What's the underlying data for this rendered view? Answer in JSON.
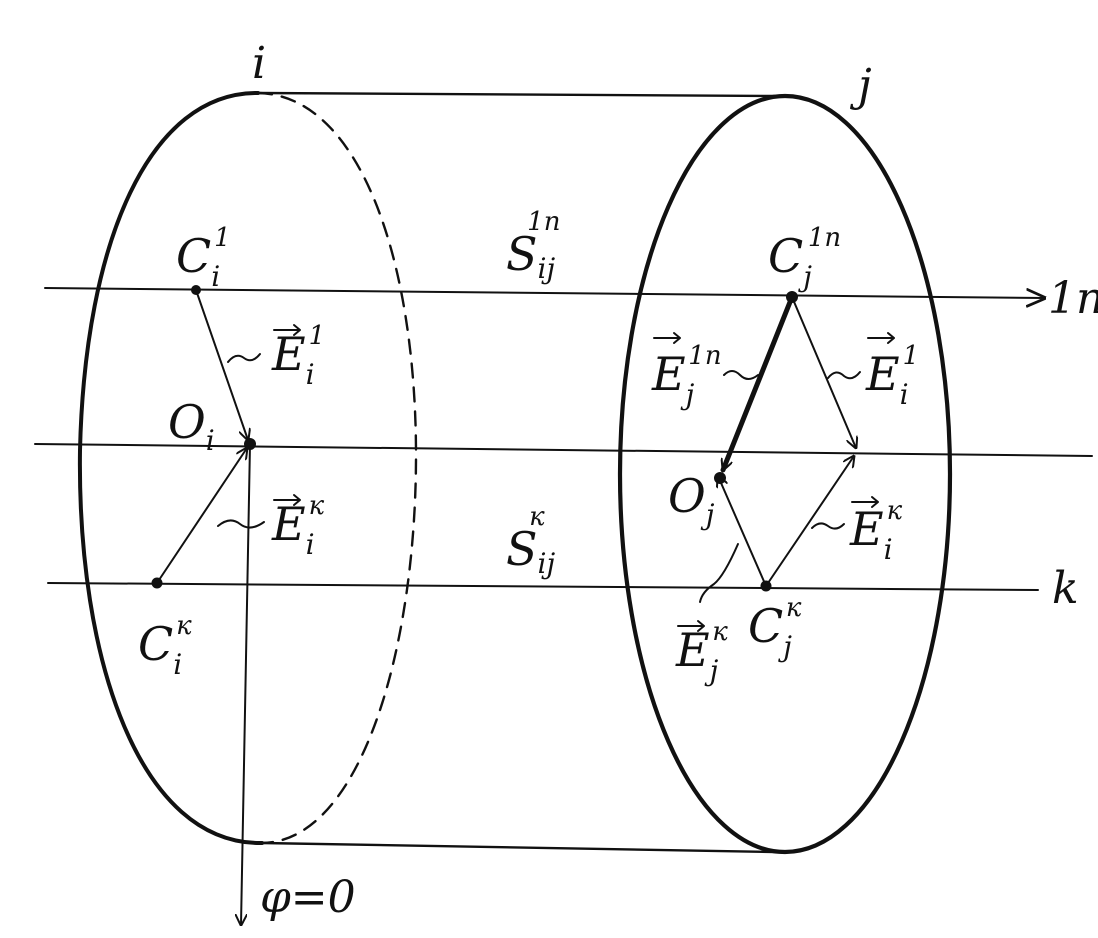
{
  "diagram": {
    "labels": {
      "disk_i": "i",
      "disk_j": "j",
      "axis_1n": "1n",
      "axis_k": "k",
      "phi_zero": "φ=0"
    },
    "points": {
      "Ci1": {
        "base": "C",
        "sub": "i",
        "sup": "1"
      },
      "Cik": {
        "base": "C",
        "sub": "i",
        "sup": "к"
      },
      "Oi": {
        "base": "O",
        "sub": "i"
      },
      "Cj1n": {
        "base": "C",
        "sub": "j",
        "sup": "1n"
      },
      "Cjk": {
        "base": "C",
        "sub": "j",
        "sup": "к"
      },
      "Oj": {
        "base": "O",
        "sub": "j"
      }
    },
    "vectors": {
      "Ei1_left": {
        "base": "E",
        "sub": "i",
        "sup": "1"
      },
      "Eik_left": {
        "base": "E",
        "sub": "i",
        "sup": "к"
      },
      "Ej1n": {
        "base": "E",
        "sub": "j",
        "sup": "1n"
      },
      "Ei1_right": {
        "base": "E",
        "sub": "i",
        "sup": "1"
      },
      "Eik_right": {
        "base": "E",
        "sub": "i",
        "sup": "к"
      },
      "Ejk": {
        "base": "E",
        "sub": "j",
        "sup": "к"
      }
    },
    "surfaces": {
      "S1n": {
        "base": "S",
        "sub": "ij",
        "sup": "1n"
      },
      "Sk": {
        "base": "S",
        "sub": "ij",
        "sup": "к"
      }
    }
  }
}
